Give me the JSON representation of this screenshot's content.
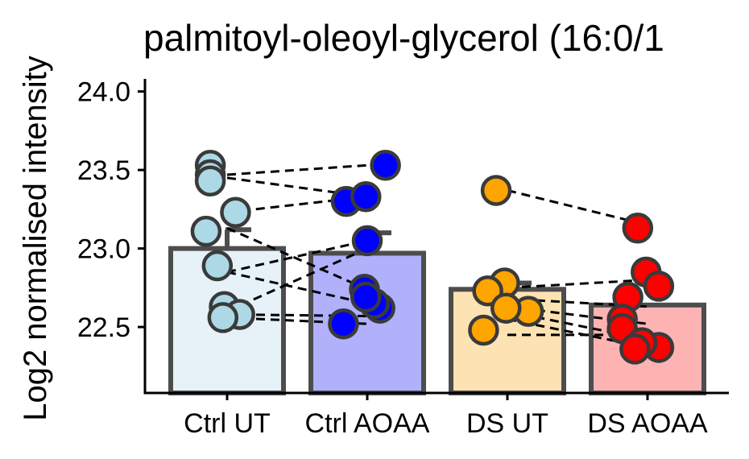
{
  "chart_data": {
    "type": "bar",
    "title": "palmitoyl-oleoyl-glycerol (16:0/1",
    "ylabel": "Log2 normalised intensity",
    "xlabel": "",
    "ylim": [
      22.08,
      24.08
    ],
    "yticks": [
      "22.5",
      "23.0",
      "23.5",
      "24.0"
    ],
    "categories": [
      "Ctrl UT",
      "Ctrl AOAA",
      "DS UT",
      "DS AOAA"
    ],
    "values": [
      23.0,
      22.97,
      22.74,
      22.64
    ],
    "error_upper": [
      23.12,
      23.1,
      22.78,
      22.64
    ],
    "bar_fill": [
      "#e6f2f8",
      "#b0b0fb",
      "#fde3b3",
      "#feb3b3"
    ],
    "bar_stroke": "#4d4d4d",
    "point_colors": [
      "#add8e6",
      "#0000ff",
      "#ffa500",
      "#ff0000"
    ],
    "points": [
      [
        {
          "x": 0.88,
          "y": 23.53
        },
        {
          "x": 0.88,
          "y": 23.47
        },
        {
          "x": 0.88,
          "y": 23.43
        },
        {
          "x": 1.06,
          "y": 23.23
        },
        {
          "x": 0.85,
          "y": 23.11
        },
        {
          "x": 0.93,
          "y": 22.89
        },
        {
          "x": 0.98,
          "y": 22.63
        },
        {
          "x": 1.09,
          "y": 22.58
        },
        {
          "x": 0.97,
          "y": 22.56
        }
      ],
      [
        {
          "x": 2.13,
          "y": 23.53
        },
        {
          "x": 1.85,
          "y": 23.3
        },
        {
          "x": 1.99,
          "y": 23.33
        },
        {
          "x": 2.0,
          "y": 23.05
        },
        {
          "x": 2.09,
          "y": 22.62
        },
        {
          "x": 2.05,
          "y": 22.65
        },
        {
          "x": 1.98,
          "y": 22.74
        },
        {
          "x": 1.99,
          "y": 22.69
        },
        {
          "x": 1.83,
          "y": 22.52
        }
      ],
      [
        {
          "x": 2.92,
          "y": 23.37
        },
        {
          "x": 2.98,
          "y": 22.78
        },
        {
          "x": 2.86,
          "y": 22.73
        },
        {
          "x": 3.15,
          "y": 22.6
        },
        {
          "x": 2.99,
          "y": 22.62
        },
        {
          "x": 2.83,
          "y": 22.48
        }
      ],
      [
        {
          "x": 3.93,
          "y": 23.13
        },
        {
          "x": 3.99,
          "y": 22.85
        },
        {
          "x": 4.08,
          "y": 22.76
        },
        {
          "x": 3.86,
          "y": 22.69
        },
        {
          "x": 3.82,
          "y": 22.55
        },
        {
          "x": 3.82,
          "y": 22.49
        },
        {
          "x": 4.08,
          "y": 22.37
        },
        {
          "x": 3.96,
          "y": 22.4
        },
        {
          "x": 3.91,
          "y": 22.36
        }
      ]
    ],
    "pairs": [
      {
        "x1": 1.0,
        "y1": 23.47,
        "x2": 2.0,
        "y2": 23.53
      },
      {
        "x1": 1.0,
        "y1": 23.45,
        "x2": 2.0,
        "y2": 23.33
      },
      {
        "x1": 1.0,
        "y1": 23.23,
        "x2": 2.0,
        "y2": 23.33
      },
      {
        "x1": 1.0,
        "y1": 23.13,
        "x2": 2.0,
        "y2": 22.74
      },
      {
        "x1": 1.0,
        "y1": 22.85,
        "x2": 2.0,
        "y2": 23.05
      },
      {
        "x1": 1.0,
        "y1": 22.85,
        "x2": 2.0,
        "y2": 22.65
      },
      {
        "x1": 1.0,
        "y1": 22.6,
        "x2": 2.0,
        "y2": 23.0
      },
      {
        "x1": 1.0,
        "y1": 22.58,
        "x2": 2.0,
        "y2": 22.57
      },
      {
        "x1": 1.0,
        "y1": 22.56,
        "x2": 2.0,
        "y2": 22.52
      },
      {
        "x1": 3.0,
        "y1": 23.37,
        "x2": 4.0,
        "y2": 23.15
      },
      {
        "x1": 3.0,
        "y1": 22.75,
        "x2": 4.0,
        "y2": 22.8
      },
      {
        "x1": 3.0,
        "y1": 22.68,
        "x2": 4.0,
        "y2": 22.63
      },
      {
        "x1": 3.0,
        "y1": 22.63,
        "x2": 4.0,
        "y2": 22.52
      },
      {
        "x1": 3.0,
        "y1": 22.6,
        "x2": 4.0,
        "y2": 22.42
      },
      {
        "x1": 3.0,
        "y1": 22.55,
        "x2": 4.0,
        "y2": 22.37
      },
      {
        "x1": 3.0,
        "y1": 22.45,
        "x2": 4.0,
        "y2": 22.45
      }
    ]
  }
}
